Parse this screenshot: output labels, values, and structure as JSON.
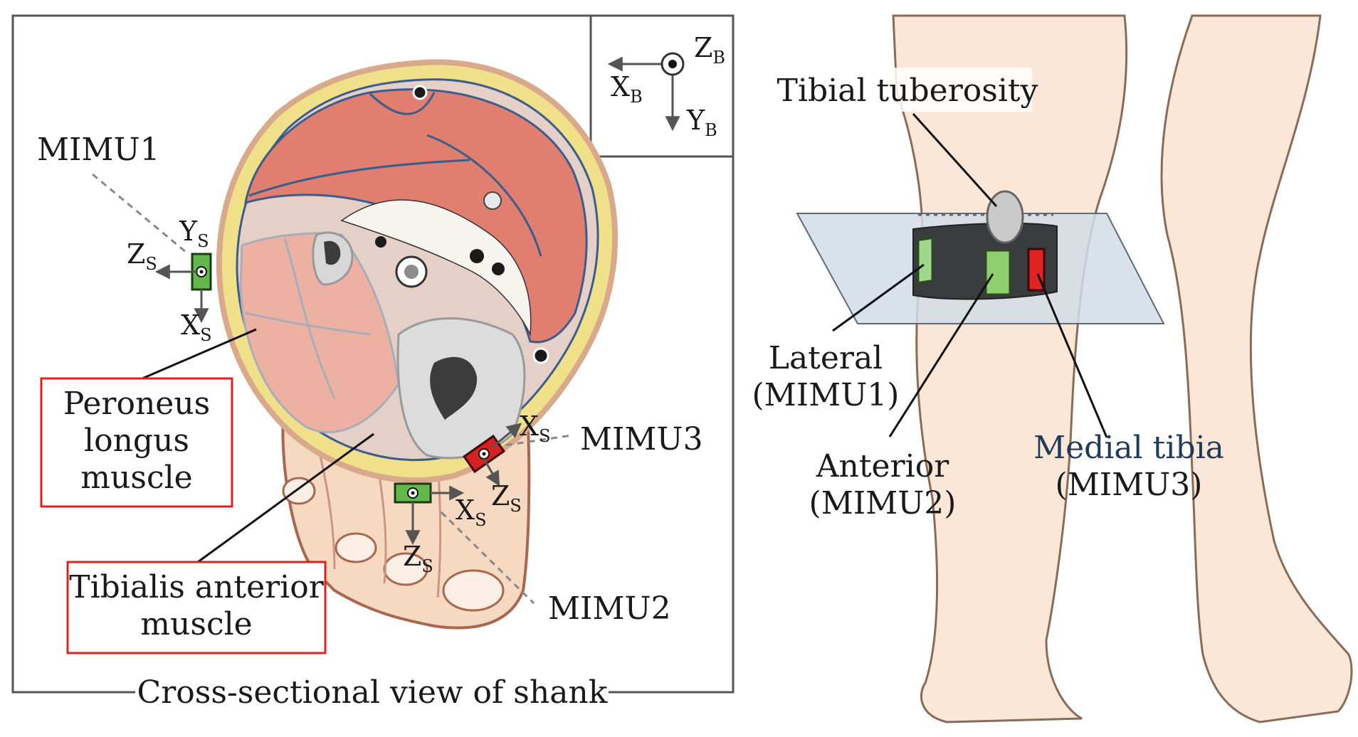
{
  "cross_section": {
    "caption": "Cross-sectional view of shank",
    "body_frame": {
      "x": {
        "main": "X",
        "sub": "B"
      },
      "y": {
        "main": "Y",
        "sub": "B"
      },
      "z": {
        "main": "Z",
        "sub": "B"
      }
    },
    "sensor_labels": [
      "MIMU1",
      "MIMU2",
      "MIMU3"
    ],
    "muscle_labels": {
      "peroneus": [
        "Peroneus",
        "longus",
        "muscle"
      ],
      "tibialis": [
        "Tibialis anterior",
        "muscle"
      ]
    },
    "sensor_axes": {
      "x": {
        "main": "X",
        "sub": "S"
      },
      "y": {
        "main": "Y",
        "sub": "S"
      },
      "z": {
        "main": "Z",
        "sub": "S"
      }
    },
    "colors": {
      "sensor_green": "#63b84a",
      "sensor_red": "#d82020",
      "highlight_box": "#e0201f"
    }
  },
  "leg_view": {
    "landmark": "Tibial tuberosity",
    "placements": {
      "lateral": {
        "name": "Lateral",
        "sensor": "(MIMU1)"
      },
      "anterior": {
        "name": "Anterior",
        "sensor": "(MIMU2)"
      },
      "medial": {
        "name": "Medial tibia",
        "sensor": "(MIMU3)"
      }
    },
    "colors": {
      "strap": "#3a3b3e",
      "plane": "#d2dce6",
      "medial_label": "#1f3a5a"
    }
  }
}
